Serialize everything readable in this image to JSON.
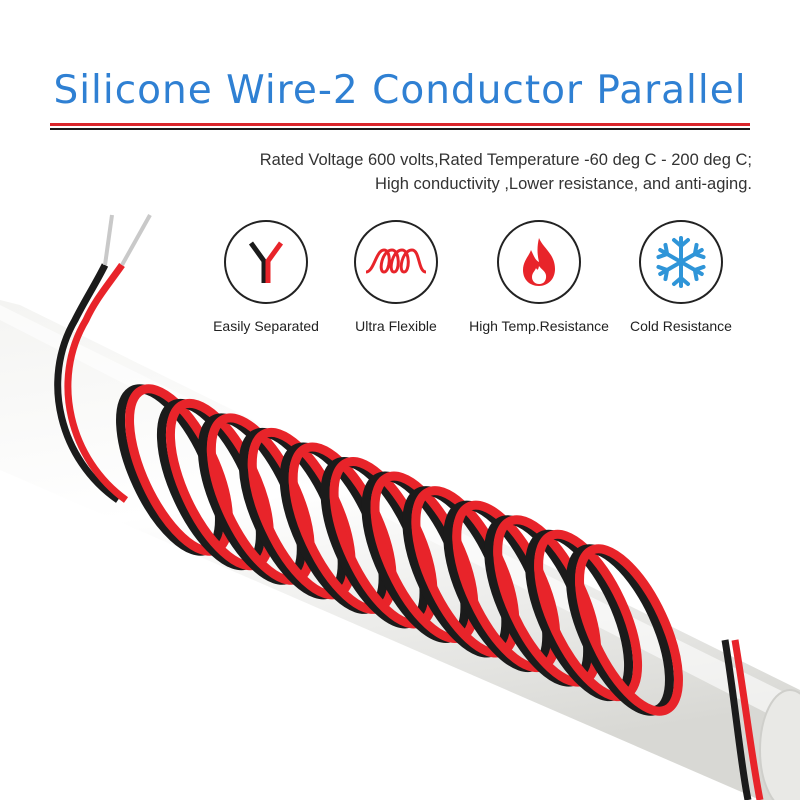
{
  "title": "Silicone Wire-2 Conductor Parallel",
  "subtitle": {
    "line1": "Rated Voltage 600 volts,Rated Temperature -60 deg C - 200 deg C;",
    "line2": "High conductivity ,Lower resistance, and anti-aging."
  },
  "features": [
    {
      "label": "Easily Separated",
      "icon": "y-split-wire-icon"
    },
    {
      "label": "Ultra Flexible",
      "icon": "coiled-wire-icon"
    },
    {
      "label": "High Temp.Resistance",
      "icon": "flame-icon"
    },
    {
      "label": "Cold Resistance",
      "icon": "snowflake-icon"
    }
  ],
  "colors": {
    "title_blue": "#2f80d3",
    "wire_red": "#e8242a",
    "wire_black": "#1b1b1b",
    "flame_red": "#e8242a",
    "snowflake_blue": "#2f95d8"
  }
}
